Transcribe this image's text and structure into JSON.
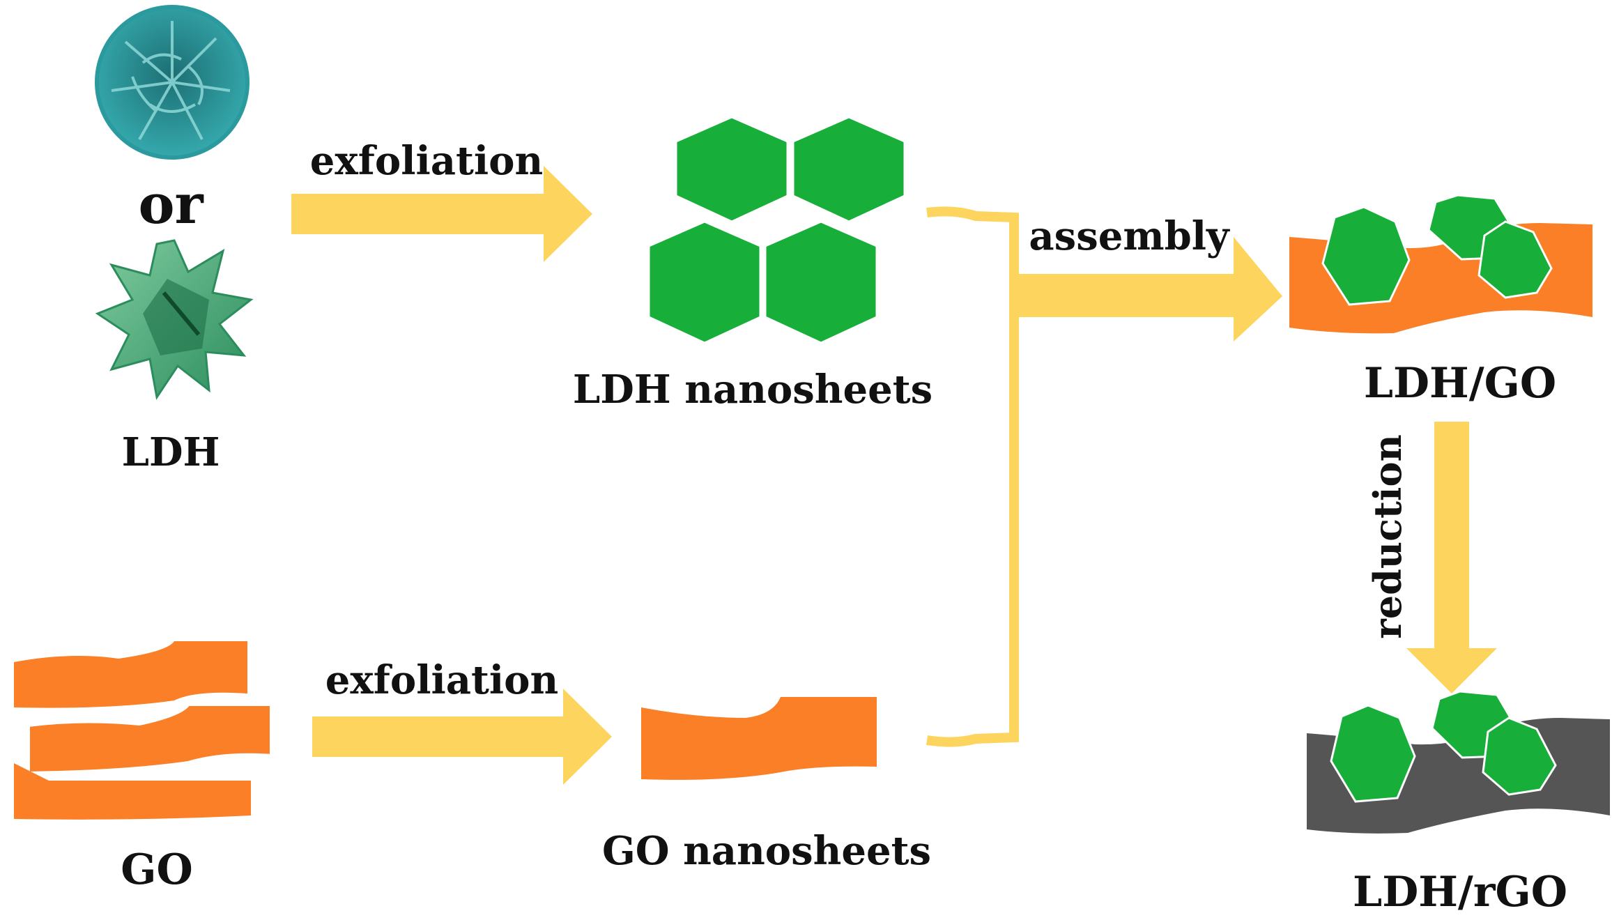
{
  "labels": {
    "or": "or",
    "ldh": "LDH",
    "go": "GO",
    "exfoliation_top": "exfoliation",
    "exfoliation_bottom": "exfoliation",
    "ldh_nanosheets": "LDH nanosheets",
    "go_nanosheets": "GO nanosheets",
    "assembly": "assembly",
    "ldh_go": "LDH/GO",
    "reduction": "reduction",
    "ldh_rgo": "LDH/rGO"
  },
  "colors": {
    "arrow": "#FDD55E",
    "hexagon": "#18AE3A",
    "go_sheet": "#FA7F26",
    "rgo_sheet": "#555555",
    "ldh_flower_teal": "#2A9A9E",
    "ldh_flower_green": "#3FA774"
  }
}
